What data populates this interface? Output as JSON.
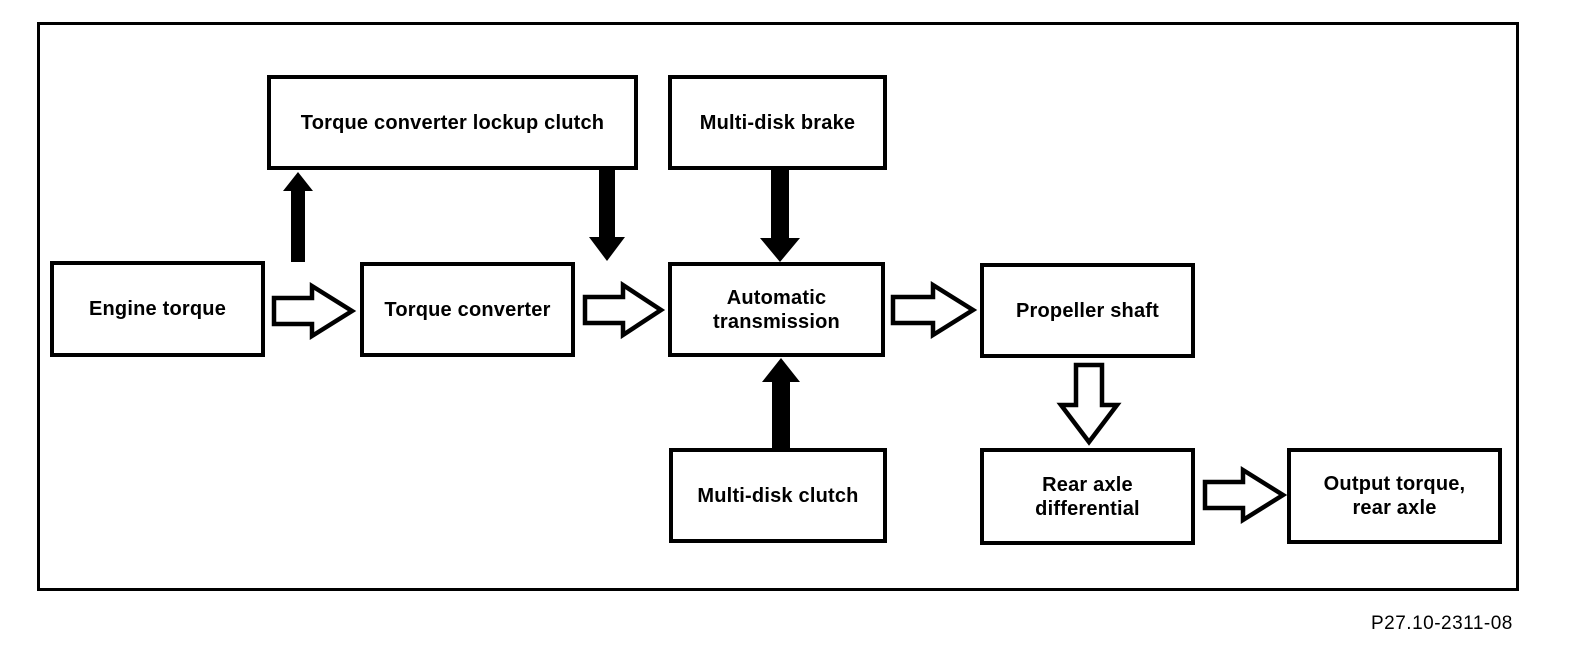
{
  "figure_label": "P27.10-2311-08",
  "colors": {
    "ink": "#000000",
    "background": "#ffffff"
  },
  "diagram": {
    "type": "flowchart",
    "title": "",
    "nodes": [
      {
        "id": "engine-torque",
        "label": "Engine torque"
      },
      {
        "id": "torque-converter-lockup-clutch",
        "label": "Torque converter lockup clutch"
      },
      {
        "id": "multi-disk-brake",
        "label": "Multi-disk brake"
      },
      {
        "id": "torque-converter",
        "label": "Torque converter"
      },
      {
        "id": "automatic-transmission",
        "label": "Automatic\ntransmission"
      },
      {
        "id": "multi-disk-clutch",
        "label": "Multi-disk clutch"
      },
      {
        "id": "propeller-shaft",
        "label": "Propeller shaft"
      },
      {
        "id": "rear-axle-differential",
        "label": "Rear axle\ndifferential"
      },
      {
        "id": "output-torque-rear-axle",
        "label": "Output torque,\nrear axle"
      }
    ],
    "edges": [
      {
        "from": "engine-torque",
        "to": "torque-converter",
        "style": "outline-arrow",
        "direction": "right"
      },
      {
        "from": "torque-converter",
        "to": "torque-converter-lockup-clutch",
        "style": "solid-arrow",
        "direction": "up"
      },
      {
        "from": "torque-converter-lockup-clutch",
        "to": "automatic-transmission",
        "style": "solid-arrow",
        "direction": "down"
      },
      {
        "from": "torque-converter",
        "to": "automatic-transmission",
        "style": "outline-arrow",
        "direction": "right"
      },
      {
        "from": "multi-disk-brake",
        "to": "automatic-transmission",
        "style": "solid-arrow",
        "direction": "down"
      },
      {
        "from": "multi-disk-clutch",
        "to": "automatic-transmission",
        "style": "solid-arrow",
        "direction": "up"
      },
      {
        "from": "automatic-transmission",
        "to": "propeller-shaft",
        "style": "outline-arrow",
        "direction": "right"
      },
      {
        "from": "propeller-shaft",
        "to": "rear-axle-differential",
        "style": "outline-arrow",
        "direction": "down"
      },
      {
        "from": "rear-axle-differential",
        "to": "output-torque-rear-axle",
        "style": "outline-arrow",
        "direction": "right"
      }
    ]
  }
}
